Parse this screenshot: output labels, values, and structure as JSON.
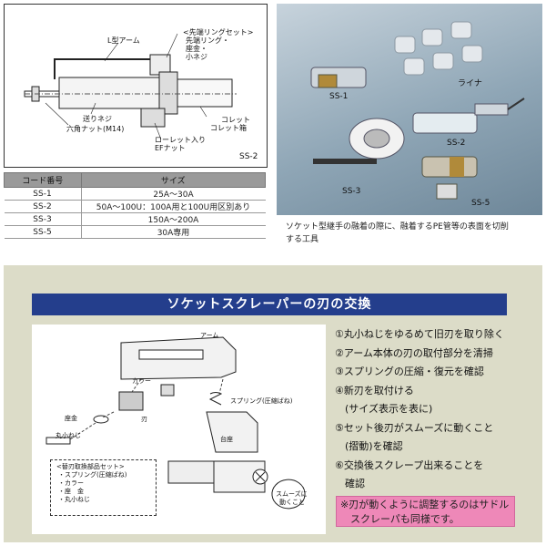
{
  "diagram": {
    "panel_code": "SS-2",
    "labels": {
      "l_arm": "L型アーム",
      "ring_set_1": "<先端リングセット>",
      "ring_set_2": "先端リング・",
      "ring_set_3": "座金・",
      "ring_set_4": "小ネジ",
      "feed_screw": "送りネジ",
      "hex_nut": "六角ナット(M14)",
      "knurled_nut_1": "ローレット入り",
      "knurled_nut_2": "EFナット",
      "collet": "コレット",
      "collet_box": "コレット箱"
    }
  },
  "table": {
    "headers": [
      "コード番号",
      "サイズ"
    ],
    "rows": [
      {
        "code": "SS-1",
        "size": "25A〜30A"
      },
      {
        "code": "SS-2",
        "size": "50A〜100U：100A用と100U用区別あり"
      },
      {
        "code": "SS-3",
        "size": "150A〜200A"
      },
      {
        "code": "SS-5",
        "size": "30A専用"
      }
    ]
  },
  "photo": {
    "labels": {
      "ss1": "SS-1",
      "liner": "ライナ",
      "ss2": "SS-2",
      "ss3": "SS-3",
      "ss5": "SS-5"
    },
    "caption_1": "ソケット型継手の融着の際に、融着するPE管等の表面を切削",
    "caption_2": "する工具"
  },
  "lower": {
    "title": "ソケットスクレーパーの刃の交換",
    "illus_labels": {
      "arm": "アーム",
      "collar": "カラー",
      "spring": "スプリング(圧縮ばね)",
      "blade": "刃",
      "washer": "座金",
      "small_screw": "丸小ねじ",
      "base": "台座",
      "smooth_1": "スムーズに",
      "smooth_2": "動くこと",
      "kit_title": "<替刃取換部品セット>",
      "kit_1": "・スプリング(圧縮ばね)",
      "kit_2": "・カラー",
      "kit_3": "・座　金",
      "kit_4": "・丸小ねじ"
    },
    "steps": [
      "①丸小ねじをゆるめて旧刃を取り除く",
      "②アーム本体の刃の取付部分を清掃",
      "③スプリングの圧縮・復元を確認",
      "④新刃を取付ける",
      "　(サイズ表示を表に)",
      "⑤セット後刃がスムーズに動くこと",
      "　(摺動)を確認",
      "⑥交換後スクレープ出来ることを",
      "　確認"
    ],
    "note_1": "※刃が動くように調整するのはサドル",
    "note_2": "　スクレーパも同様です。"
  },
  "colors": {
    "banner": "#243e8c",
    "note": "#ee88b8",
    "lower_bg": "#dcdcc8"
  }
}
